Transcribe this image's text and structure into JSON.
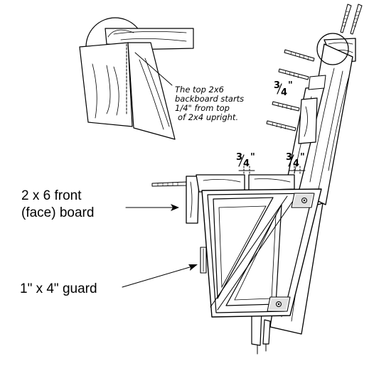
{
  "callout": {
    "line1": "The top 2x6",
    "line2": "backboard starts",
    "line3": "1/4\" from top",
    "line4": "of 2x4 upright."
  },
  "labels": {
    "front_board_line1": "2 x 6 front",
    "front_board_line2": "(face) board",
    "guard": "1\" x 4\" guard"
  },
  "dims": {
    "gap_top": {
      "num": "3",
      "den": "4",
      "unit": "\""
    },
    "gap_left": {
      "num": "3",
      "den": "4",
      "unit": "\""
    },
    "gap_right": {
      "num": "3",
      "den": "4",
      "unit": "\""
    }
  }
}
